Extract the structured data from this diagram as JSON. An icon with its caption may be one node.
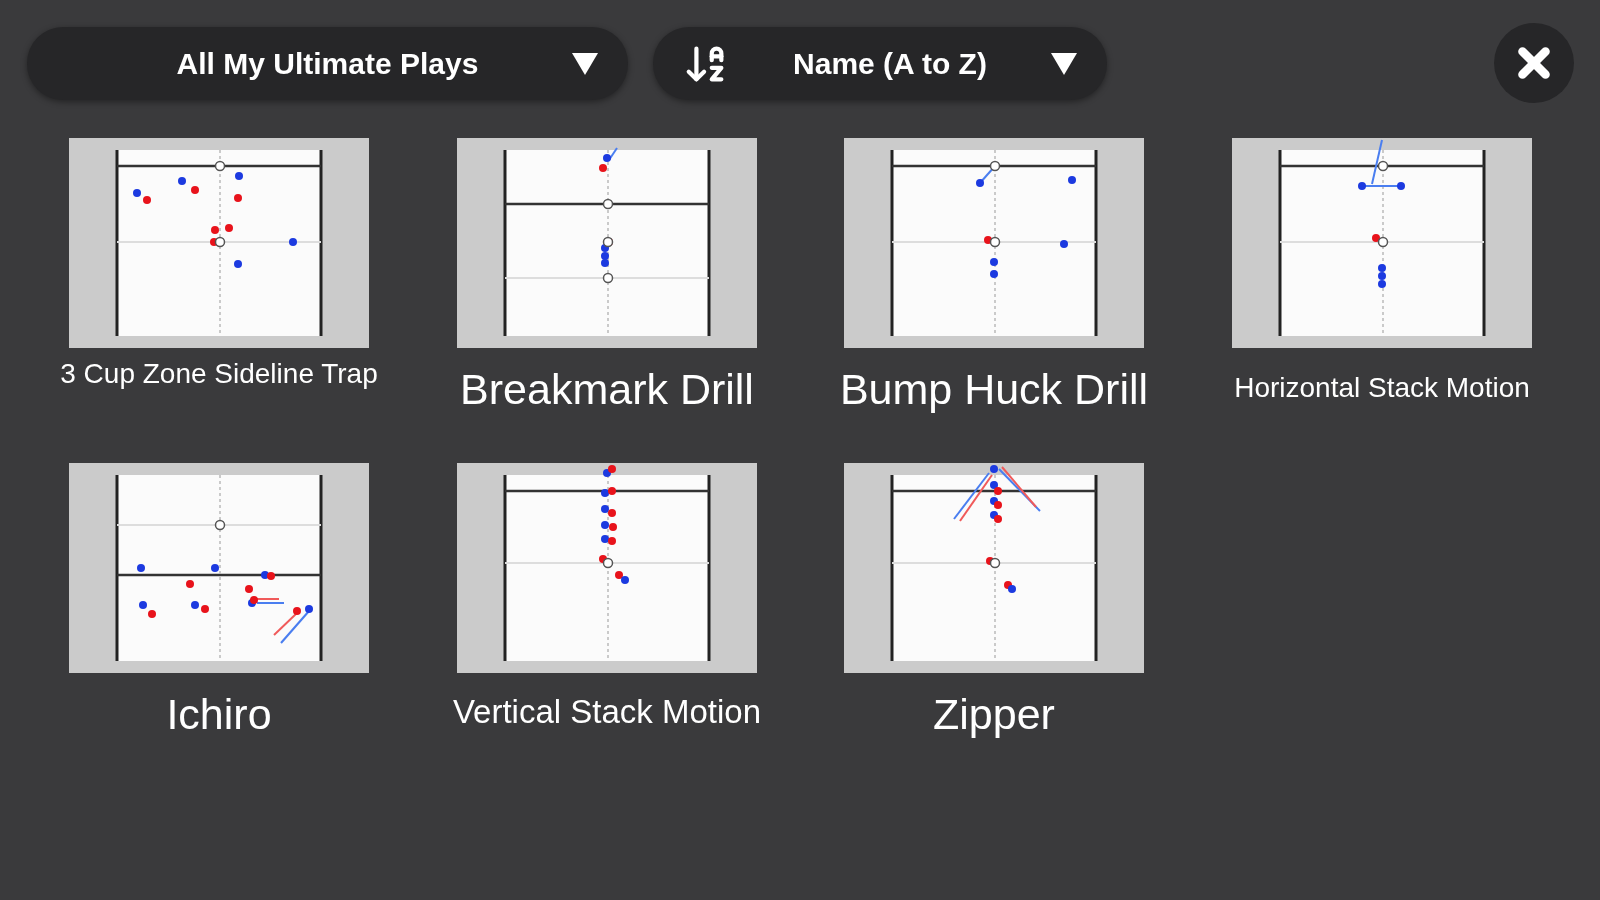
{
  "diagram": {
    "nodes": [
      {
        "text": [
          "3 Cup Zone Sideline Trap"
        ]
      },
      {
        "text": [
          "Breakmark Drill"
        ]
      },
      {
        "text": [
          "Bump Huck Drill"
        ]
      },
      {
        "text": [
          "Horizontal Stack Motion"
        ]
      },
      {
        "text": [
          "Ichiro"
        ]
      },
      {
        "text": [
          "Vertical Stack Motion"
        ]
      },
      {
        "text": [
          "Zipper"
        ]
      }
    ],
    "labels": [
      "All My Ultimate Plays",
      "Name (A to Z)"
    ]
  }
}
